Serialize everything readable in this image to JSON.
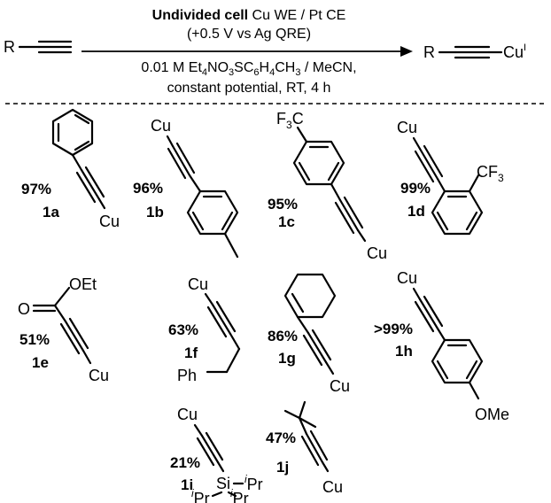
{
  "scheme": {
    "reactant": {
      "r": "R"
    },
    "product": {
      "r": "R",
      "cu": "Cu",
      "cu_ox": "I"
    },
    "conditions": {
      "cell_bold": "Undivided cell",
      "cell_rest": " Cu WE / Pt CE",
      "potential": "(+0.5 V vs Ag QRE)",
      "electrolyte_pre": "0.01 M Et",
      "electrolyte_sub1": "4",
      "electrolyte_mid1": "NO",
      "electrolyte_sub2": "3",
      "electrolyte_mid2": "SC",
      "electrolyte_sub3": "6",
      "electrolyte_mid3": "H",
      "electrolyte_sub4": "4",
      "electrolyte_mid4": "CH",
      "electrolyte_sub5": "3",
      "electrolyte_post": " / MeCN,",
      "mode": "constant potential, RT, 4 h"
    }
  },
  "compounds": [
    {
      "id": "1a",
      "yield": "97%"
    },
    {
      "id": "1b",
      "yield": "96%"
    },
    {
      "id": "1c",
      "yield": "95%"
    },
    {
      "id": "1d",
      "yield": "99%"
    },
    {
      "id": "1e",
      "yield": "51%"
    },
    {
      "id": "1f",
      "yield": "63%"
    },
    {
      "id": "1g",
      "yield": "86%"
    },
    {
      "id": "1h",
      "yield": ">99%"
    },
    {
      "id": "1i",
      "yield": "21%"
    },
    {
      "id": "1j",
      "yield": "47%"
    }
  ],
  "atoms": {
    "cu": "Cu",
    "f3c": "F",
    "f3c_sub": "3",
    "f3c_c": "C",
    "cf3_c": "CF",
    "cf3_sub": "3",
    "oet": "OEt",
    "o": "O",
    "ph": "Ph",
    "ome": "OMe",
    "si": "Si",
    "ipr_sup": "i",
    "ipr": "Pr"
  }
}
